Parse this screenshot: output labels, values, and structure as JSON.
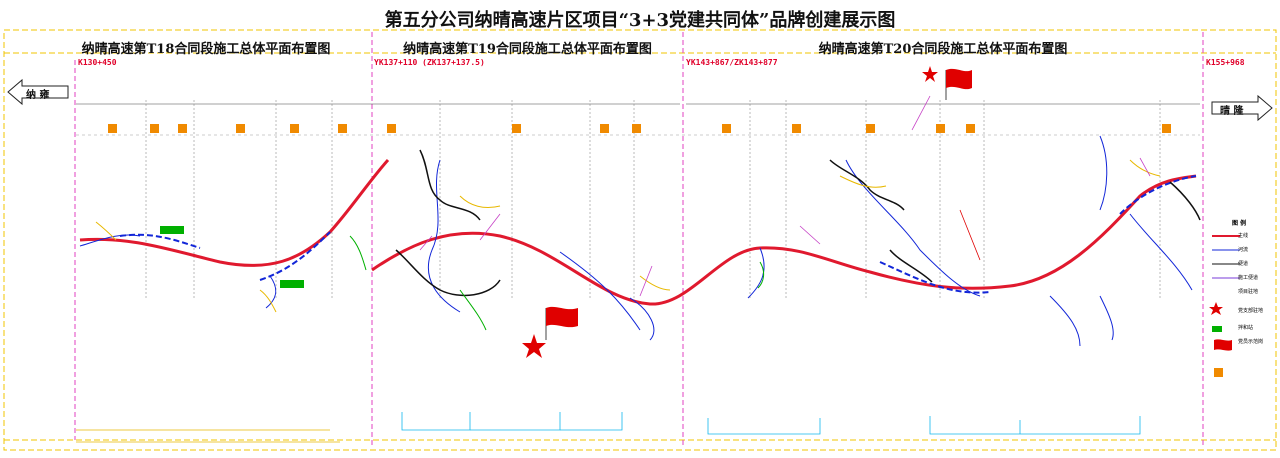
{
  "title": "第五分公司纳晴高速片区项目“3+3党建共同体”品牌创建展示图",
  "sections": [
    {
      "title": "纳晴高速第T18合同段施工总体平面布置图",
      "chainage": "K130+450"
    },
    {
      "title": "纳晴高速第T19合同段施工总体平面布置图",
      "chainage": "YK137+110 (ZK137+137.5)"
    },
    {
      "title": "纳晴高速第T20合同段施工总体平面布置图",
      "chainage": "YK143+867/ZK143+877"
    }
  ],
  "end_chainage": "K155+968",
  "directions": {
    "left": "纳 雍",
    "right": "晴 隆"
  },
  "colors": {
    "road": "#e0192e",
    "river": "#1226d8",
    "dash_frame": "#f0c400",
    "section_divider": "#e040c0",
    "cyan_text": "#12b7ee",
    "green_marker": "#00b000",
    "purple_box": "#c640c6",
    "flag": "#e00000"
  },
  "icons": [
    "star-icon",
    "flag-icon",
    "party-emblem-icon"
  ],
  "legend": {
    "title": "图 例",
    "items": [
      "主线",
      "河流",
      "便道",
      "施工便道",
      "项目驻地",
      "党支部驻地",
      "拌和站",
      "党员示范岗"
    ]
  }
}
